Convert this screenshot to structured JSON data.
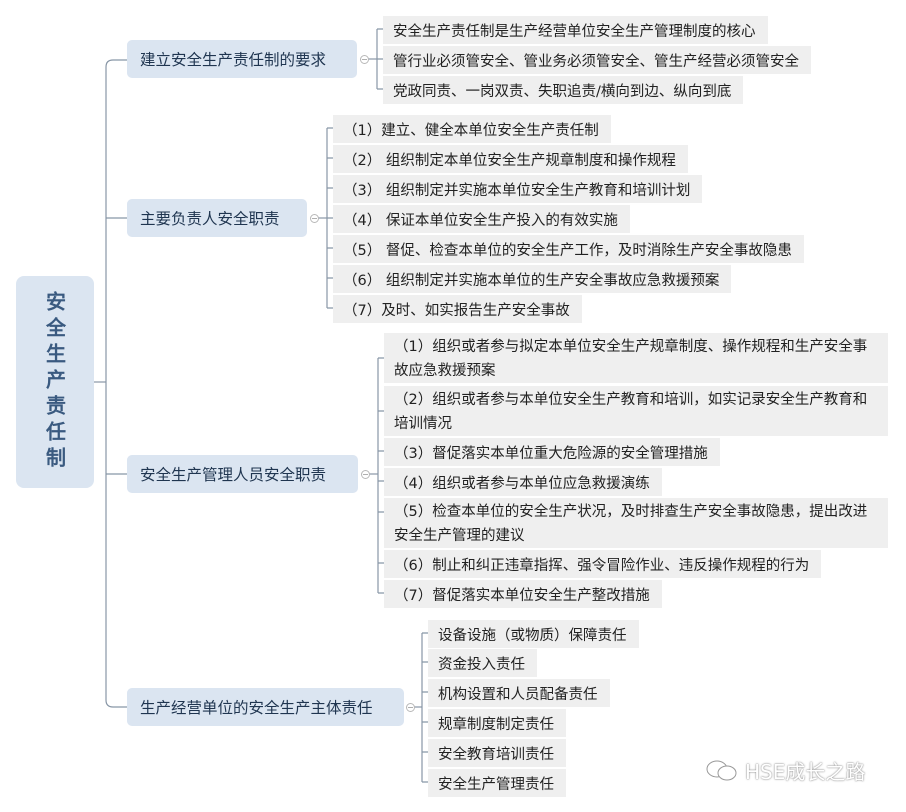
{
  "root": {
    "label": "安全生产责任制"
  },
  "branches": [
    {
      "label": "建立安全生产责任制的要求",
      "items": [
        "安全生产责任制是生产经营单位安全生产管理制度的核心",
        "管行业必须管安全、管业务必须管安全、管生产经营必须管安全",
        "党政同责、一岗双责、失职追责/横向到边、纵向到底"
      ]
    },
    {
      "label": "主要负责人安全职责",
      "items": [
        "（1）建立、健全本单位安全生产责任制",
        "（2） 组织制定本单位安全生产规章制度和操作规程",
        "（3） 组织制定并实施本单位安全生产教育和培训计划",
        "（4） 保证本单位安全生产投入的有效实施",
        "（5） 督促、检查本单位的安全生产工作，及时消除生产安全事故隐患",
        "（6） 组织制定并实施本单位的生产安全事故应急救援预案",
        "（7）及时、如实报告生产安全事故"
      ]
    },
    {
      "label": "安全生产管理人员安全职责",
      "items": [
        "（1）组织或者参与拟定本单位安全生产规章制度、操作规程和生产安全事故应急救援预案",
        "（2）组织或者参与本单位安全生产教育和培训，如实记录安全生产教育和培训情况",
        "（3）督促落实本单位重大危险源的安全管理措施",
        "（4）组织或者参与本单位应急救援演练",
        "（5）检查本单位的安全生产状况，及时排查生产安全事故隐患，提出改进安全生产管理的建议",
        "（6）制止和纠正违章指挥、强令冒险作业、违反操作规程的行为",
        "（7）督促落实本单位安全生产整改措施"
      ]
    },
    {
      "label": "生产经营单位的安全生产主体责任",
      "items": [
        "设备设施（或物质）保障责任",
        "资金投入责任",
        "机构设置和人员配备责任",
        "规章制度制定责任",
        "安全教育培训责任",
        "安全生产管理责任"
      ]
    }
  ],
  "watermark": {
    "icon": "wechat-icon",
    "text": "HSE成长之路"
  },
  "colors": {
    "root_bg": "#dbe5f1",
    "branch_bg": "#dbe5f1",
    "leaf_bg": "#efefef",
    "line": "#7a8898"
  }
}
